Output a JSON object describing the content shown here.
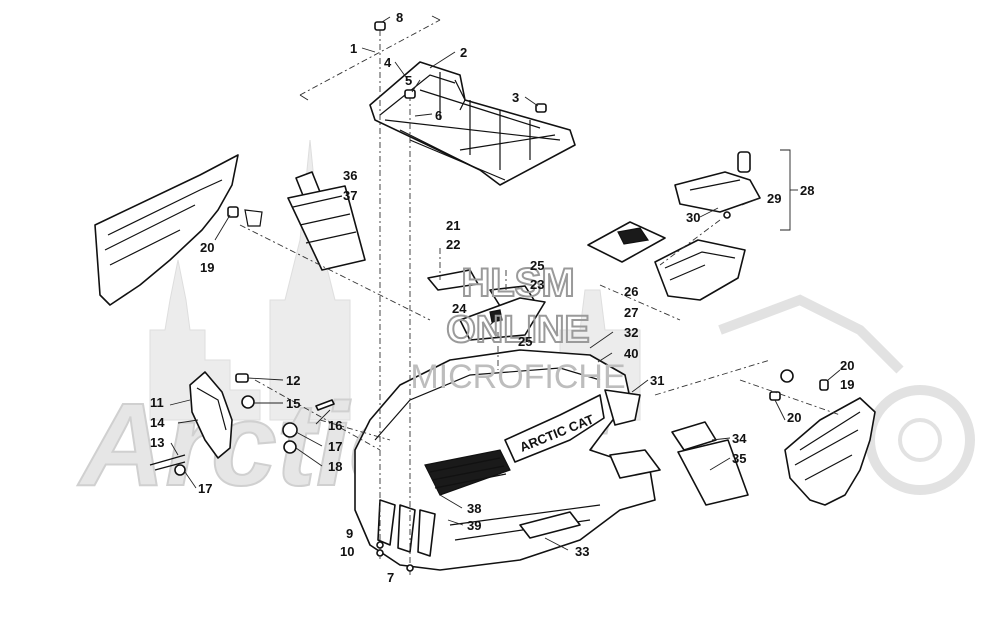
{
  "watermark": {
    "line1": "HLSM",
    "line2": "ONLINE",
    "line3": "MICROFICHE",
    "logo": "ArcticCat"
  },
  "decal_text": {
    "hood_brand": "ARCTIC CAT"
  },
  "callouts": [
    {
      "id": "c1",
      "label": "1"
    },
    {
      "id": "c2",
      "label": "2"
    },
    {
      "id": "c3",
      "label": "3"
    },
    {
      "id": "c4",
      "label": "4"
    },
    {
      "id": "c5",
      "label": "5"
    },
    {
      "id": "c6",
      "label": "6"
    },
    {
      "id": "c7",
      "label": "7"
    },
    {
      "id": "c8",
      "label": "8"
    },
    {
      "id": "c9",
      "label": "9"
    },
    {
      "id": "c10",
      "label": "10"
    },
    {
      "id": "c11",
      "label": "11"
    },
    {
      "id": "c12",
      "label": "12"
    },
    {
      "id": "c13",
      "label": "13"
    },
    {
      "id": "c14",
      "label": "14"
    },
    {
      "id": "c15",
      "label": "15"
    },
    {
      "id": "c16",
      "label": "16"
    },
    {
      "id": "c17a",
      "label": "17"
    },
    {
      "id": "c17b",
      "label": "17"
    },
    {
      "id": "c18",
      "label": "18"
    },
    {
      "id": "c19a",
      "label": "19"
    },
    {
      "id": "c19b",
      "label": "19"
    },
    {
      "id": "c20a",
      "label": "20"
    },
    {
      "id": "c20b",
      "label": "20"
    },
    {
      "id": "c20c",
      "label": "20"
    },
    {
      "id": "c21",
      "label": "21"
    },
    {
      "id": "c22",
      "label": "22"
    },
    {
      "id": "c23",
      "label": "23"
    },
    {
      "id": "c24",
      "label": "24"
    },
    {
      "id": "c25a",
      "label": "25"
    },
    {
      "id": "c25b",
      "label": "25"
    },
    {
      "id": "c26",
      "label": "26"
    },
    {
      "id": "c27",
      "label": "27"
    },
    {
      "id": "c28",
      "label": "28"
    },
    {
      "id": "c29",
      "label": "29"
    },
    {
      "id": "c30",
      "label": "30"
    },
    {
      "id": "c31",
      "label": "31"
    },
    {
      "id": "c32",
      "label": "32"
    },
    {
      "id": "c33",
      "label": "33"
    },
    {
      "id": "c34",
      "label": "34"
    },
    {
      "id": "c35",
      "label": "35"
    },
    {
      "id": "c36",
      "label": "36"
    },
    {
      "id": "c37",
      "label": "37"
    },
    {
      "id": "c38",
      "label": "38"
    },
    {
      "id": "c39",
      "label": "39"
    },
    {
      "id": "c40",
      "label": "40"
    }
  ]
}
